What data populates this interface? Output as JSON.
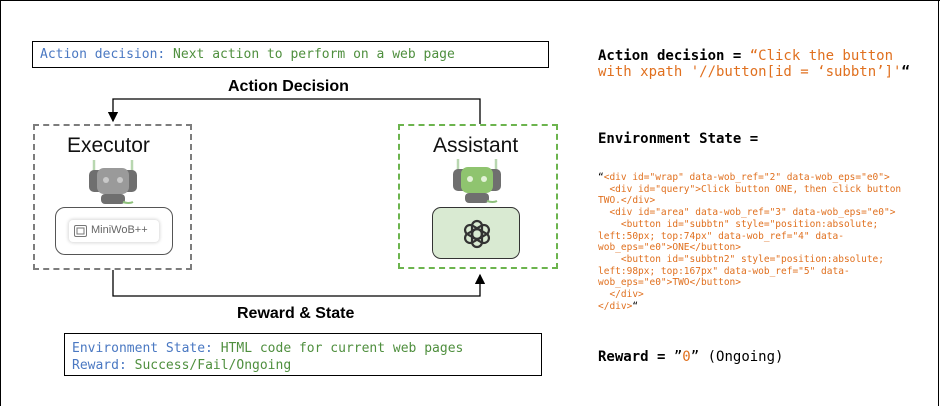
{
  "top_box": {
    "key": "Action decision:",
    "text": " Next action to perform on a web page"
  },
  "labels": {
    "action_decision": "Action Decision",
    "reward_state": "Reward & State"
  },
  "executor": {
    "name": "Executor",
    "env_label": "MiniWoB++"
  },
  "assistant": {
    "name": "Assistant"
  },
  "bottom_box": {
    "line1_key": "Environment State:",
    "line1_text": " HTML code for current web pages",
    "line2_key": "Reward:",
    "line2_text": " Success/Fail/Ongoing"
  },
  "right_panel": {
    "action_label": "Action decision = ",
    "action_value": "“Click the button with xpath '//button[id = ‘subbtn’]'",
    "action_close": "“",
    "env_label": "Environment State =",
    "env_code_open": "“",
    "env_code": "<div id=\"wrap\" data-wob_ref=\"2\" data-wob_eps=\"e0\">\n  <div id=\"query\">Click button ONE, then click button\nTWO.</div>\n  <div id=\"area\" data-wob_ref=\"3\" data-wob_eps=\"e0\">\n    <button id=\"subbtn\" style=\"position:absolute;\nleft:50px; top:74px\" data-wob_ref=\"4\" data-\nwob_eps=\"e0\">ONE</button>\n    <button id=\"subbtn2\" style=\"position:absolute;\nleft:98px; top:167px\" data-wob_ref=\"5\" data-\nwob_eps=\"e0\">TWO</button>\n  </div>\n</div>",
    "env_code_close": "“",
    "reward_label": "Reward = ",
    "reward_open": "”",
    "reward_value": "0",
    "reward_close": "”",
    "reward_note": " (Ongoing)"
  },
  "colors": {
    "key_blue": "#4a78c2",
    "value_green": "#4f8f3e",
    "code_orange": "#e0701f",
    "executor_border": "#7d7d7d",
    "assistant_border": "#6cb44e",
    "gpt_fill": "#d9ead2"
  },
  "icons": [
    "robot-icon",
    "miniwob-icon",
    "openai-logo-icon"
  ]
}
